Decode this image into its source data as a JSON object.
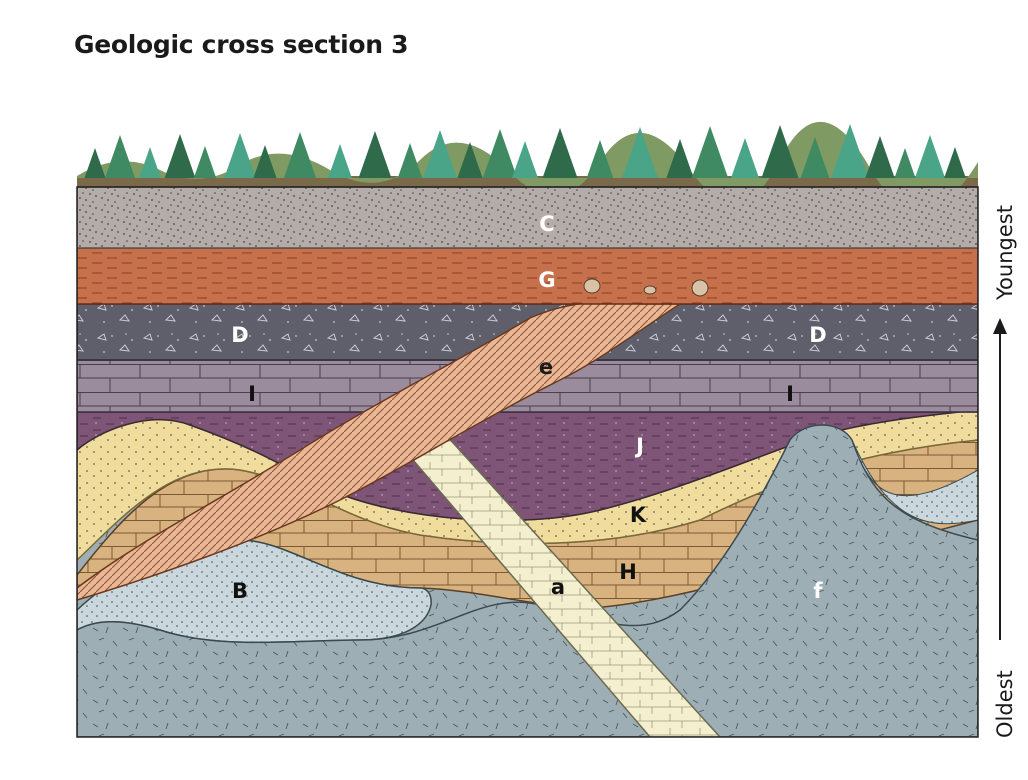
{
  "title": "Geologic cross section 3",
  "layers": {
    "C": "C",
    "G": "G",
    "D_left": "D",
    "D_right": "D",
    "I_left": "I",
    "I_right": "I",
    "J": "J",
    "K": "K",
    "H": "H",
    "B": "B",
    "a": "a",
    "e": "e",
    "f": "f"
  },
  "age_axis": {
    "top_label": "Youngest",
    "bottom_label": "Oldest"
  },
  "colors": {
    "C": "#b3aca8",
    "G": "#c7704c",
    "D": "#5e5f6b",
    "I": "#9a8b9d",
    "J": "#7e5576",
    "K": "#f0dd9e",
    "H": "#d9b37f",
    "B": "#cad8dd",
    "f": "#9eaeb5",
    "a": "#f4f0cf",
    "e": "#e9b796"
  }
}
